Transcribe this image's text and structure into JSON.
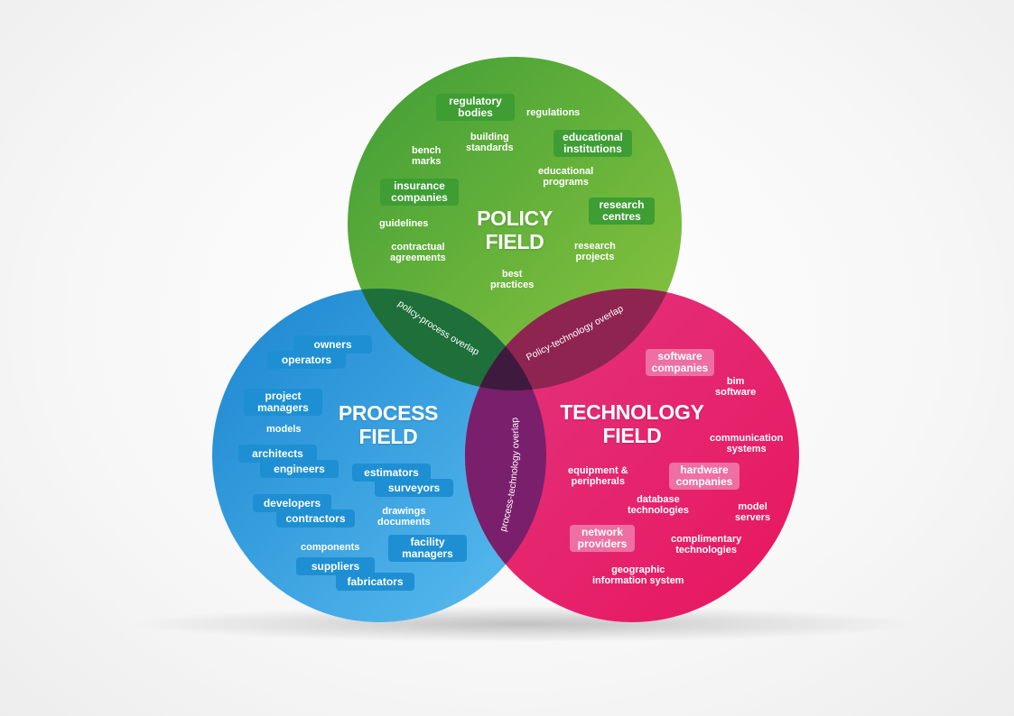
{
  "policy": {
    "title": "POLICY\nFIELD",
    "regulatory_bodies": "regulatory\nbodies",
    "regulations": "regulations",
    "building_standards": "building\nstandards",
    "educational_institutions": "educational\ninstitutions",
    "bench_marks": "bench\nmarks",
    "educational_programs": "educational\nprograms",
    "insurance_companies": "insurance\ncompanies",
    "research_centres": "research\ncentres",
    "guidelines": "guidelines",
    "contractual_agreements": "contractual\nagreements",
    "research_projects": "research\nprojects",
    "best_practices": "best\npractices"
  },
  "process": {
    "title": "PROCESS\nFIELD",
    "owners": "owners",
    "operators": "operators",
    "project_managers": "project\nmanagers",
    "models": "models",
    "architects": "architects",
    "engineers": "engineers",
    "estimators": "estimators",
    "surveyors": "surveyors",
    "developers": "developers",
    "contractors": "contractors",
    "drawings_documents": "drawings\ndocuments",
    "components": "components",
    "facility_managers": "facility\nmanagers",
    "suppliers": "suppliers",
    "fabricators": "fabricators"
  },
  "technology": {
    "title": "TECHNOLOGY\nFIELD",
    "software_companies": "software\ncompanies",
    "bim_software": "bim\nsoftware",
    "communication_systems": "communication\nsystems",
    "equipment_peripherals": "equipment &\nperipherals",
    "hardware_companies": "hardware\ncompanies",
    "database_technologies": "database\ntechnologies",
    "model_servers": "model\nservers",
    "network_providers": "network\nproviders",
    "complimentary_technologies": "complimentary\ntechnologies",
    "geographic_information_system": "geographic\ninformation system"
  },
  "overlaps": {
    "policy_process": "policy-process overlap",
    "policy_technology": "Policy-technology overlap",
    "process_technology": "process-technology overlap"
  },
  "colors": {
    "policy_green": "#5fb12c",
    "process_blue": "#2a9ee0",
    "technology_magenta": "#e52a77",
    "policy_process_overlap": "#1d6e3a",
    "policy_technology_overlap": "#8f2350",
    "process_technology_overlap": "#7a2068"
  }
}
